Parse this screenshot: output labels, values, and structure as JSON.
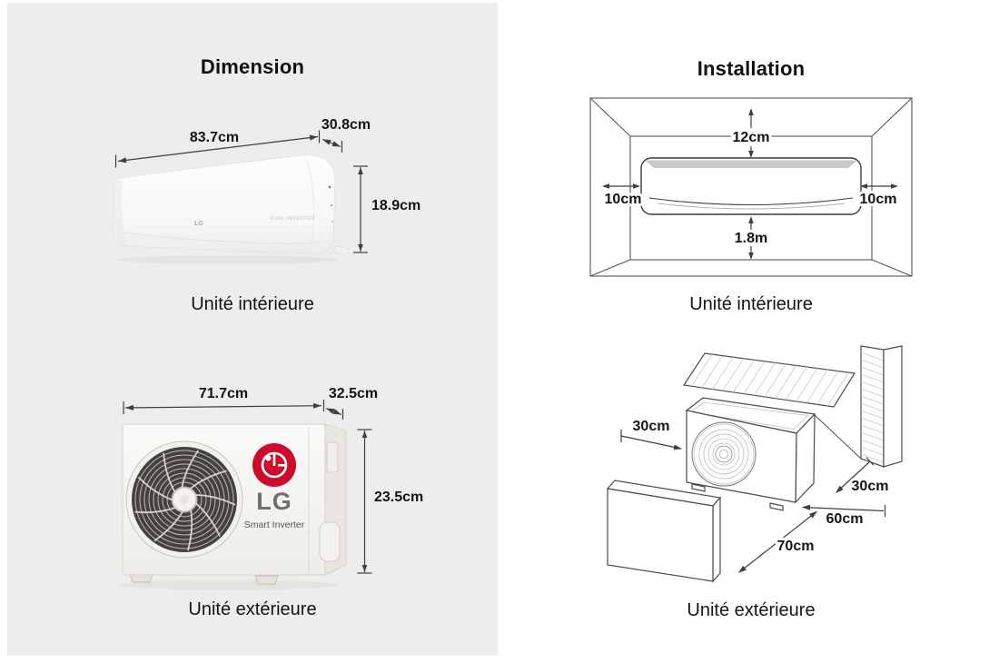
{
  "sections": {
    "dimension": {
      "title": "Dimension",
      "indoor_unit": {
        "label": "Unité intérieure",
        "width": "83.7cm",
        "depth": "30.8cm",
        "height": "18.9cm",
        "logo_text": "LG",
        "badge_text": "DUAL INVERTER"
      },
      "outdoor_unit": {
        "label": "Unité extérieure",
        "width": "71.7cm",
        "depth": "32.5cm",
        "height": "23.5cm",
        "logo_text": "LG",
        "tagline": "Smart Inverter"
      }
    },
    "installation": {
      "title": "Installation",
      "indoor_unit": {
        "label": "Unité intérieure",
        "clearance_top": "12cm",
        "clearance_left": "10cm",
        "clearance_right": "10cm",
        "clearance_bottom": "1.8m"
      },
      "outdoor_unit": {
        "label": "Unité extérieure",
        "clearance_left": "30cm",
        "clearance_rear": "30cm",
        "clearance_right": "60cm",
        "clearance_front": "70cm"
      }
    }
  },
  "colors": {
    "lg_red": "#cf0a2c",
    "line": "#3f3f3f",
    "text": "#141414",
    "panel_background": "#ededed"
  }
}
